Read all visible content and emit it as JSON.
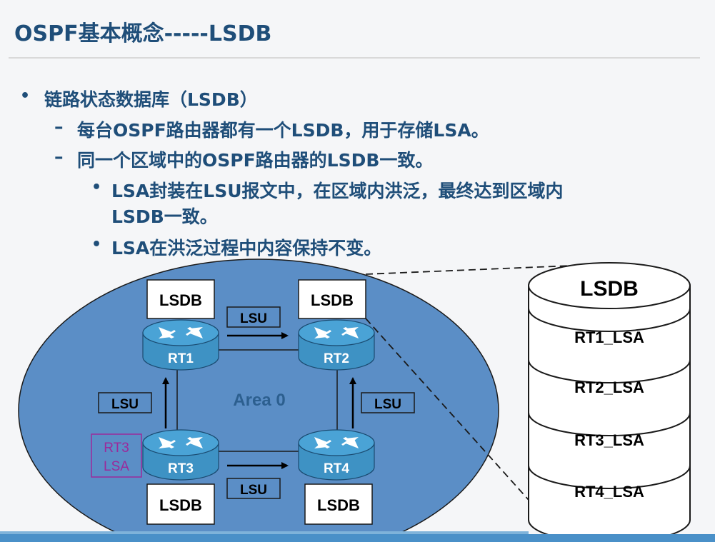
{
  "title": "OSPF基本概念-----LSDB",
  "bullets": {
    "l1": "链路状态数据库（LSDB）",
    "l2a": "每台OSPF路由器都有一个LSDB，用于存储LSA。",
    "l2b": "同一个区域中的OSPF路由器的LSDB一致。",
    "l3a_1": "LSA封装在LSU报文中，在区域内洪泛，最终达到区域内",
    "l3a_2": "LSDB一致。",
    "l3b": "LSA在洪泛过程中内容保持不变。",
    "dash": "–",
    "dot": "•"
  },
  "diagram": {
    "area_label": "Area 0",
    "routers": [
      "RT1",
      "RT2",
      "RT3",
      "RT4"
    ],
    "lsdb_label": "LSDB",
    "lsu_label": "LSU",
    "rt3_lsa": [
      "RT3",
      "LSA"
    ],
    "database": {
      "title": "LSDB",
      "rows": [
        "RT1_LSA",
        "RT2_LSA",
        "RT3_LSA",
        "RT4_LSA"
      ]
    },
    "colors": {
      "area_fill": "#5b8ec6",
      "router_body": "#3e92c4",
      "router_top": "#4aa3d6",
      "rt3_lsa": "#9b2a9b",
      "area_text": "#1f4e79"
    }
  }
}
